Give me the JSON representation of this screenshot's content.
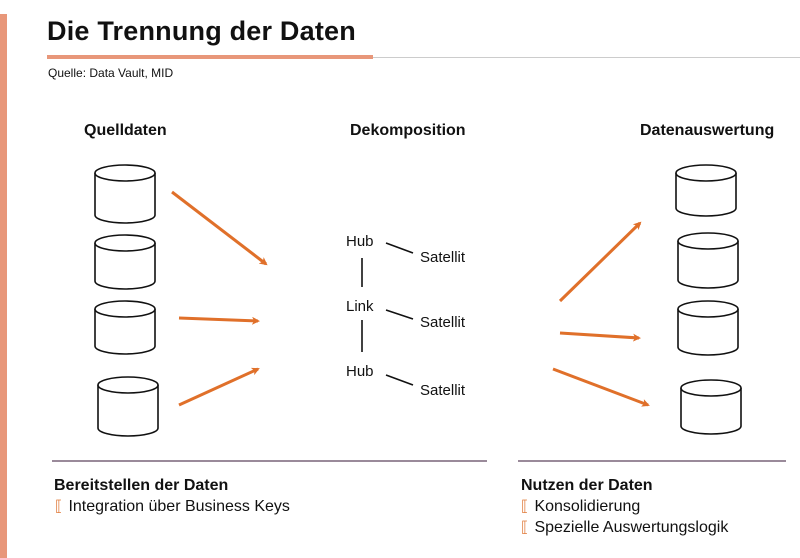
{
  "title": "Die Trennung der Daten",
  "source": "Quelle: Data Vault, MID",
  "columns": {
    "left": "Quelldaten",
    "middle": "Dekomposition",
    "right": "Datenauswertung"
  },
  "decomposition": {
    "hub_1": "Hub",
    "link": "Link",
    "hub_2": "Hub",
    "satellite_1": "Satellit",
    "satellite_2": "Satellit",
    "satellite_3": "Satellit"
  },
  "footer": {
    "left": {
      "title": "Bereitstellen der Daten",
      "items": [
        "Integration über Business Keys"
      ]
    },
    "right": {
      "title": "Nutzen der Daten",
      "items": [
        "Konsolidierung",
        "Spezielle Auswertungslogik"
      ]
    }
  },
  "colors": {
    "accent": "#e8977a",
    "arrow": "#e0702a",
    "rule": "#9a8a9a"
  }
}
